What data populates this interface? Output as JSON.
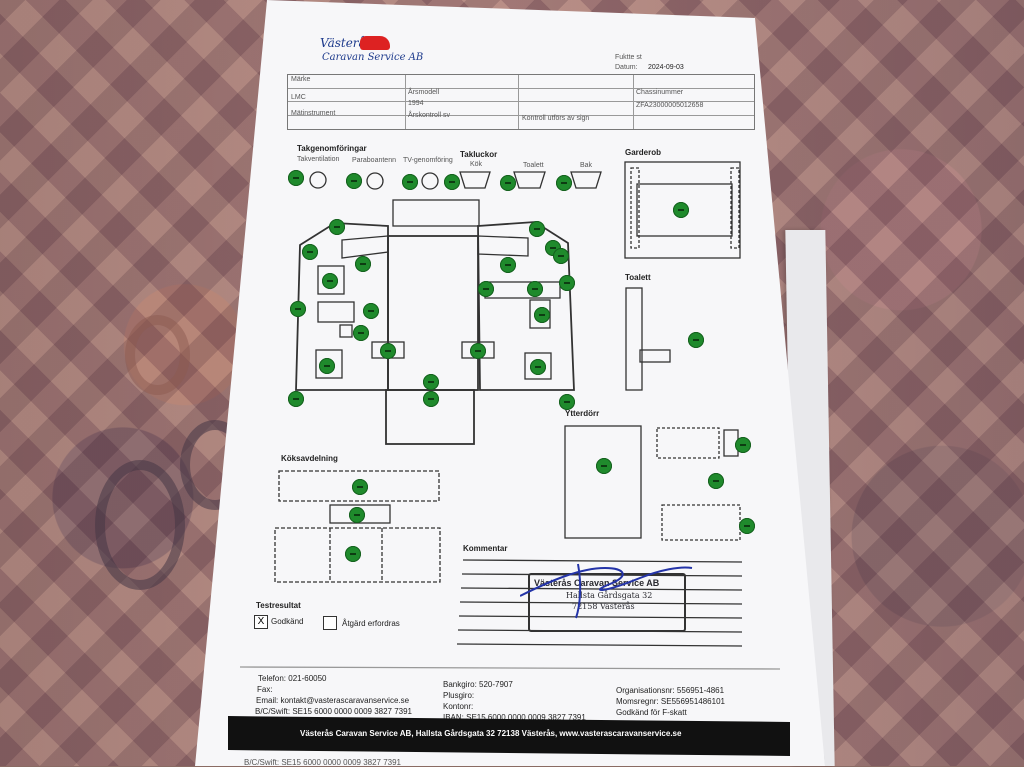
{
  "header": {
    "logo_line1": "Västerås",
    "logo_line2": "Caravan Service AB",
    "doc_label": "Fuktte st",
    "date_label": "Datum:",
    "date_value": "2024-09-03"
  },
  "info_table": {
    "r1c1": "Märke",
    "r1c2": "Årsmodell",
    "r1c4": "Chassinummer",
    "r2c1": "LMC",
    "r2c2": "1994",
    "r2c4": "ZFA23000005012658",
    "r3c1": "Mätinstrument",
    "r3c2": "Årskontroll sv",
    "r3c3": "Kontroll utförs av sign"
  },
  "sections": {
    "takgenomforingar": "Takgenomföringar",
    "taklucker": "Takluckor",
    "garderob": "Garderob",
    "toalett": "Toalett",
    "ytterdorr": "Ytterdörr",
    "koksavdelning": "Köksavdelning",
    "kommentar": "Kommentar",
    "testresultat": "Testresultat"
  },
  "sub_labels": {
    "tak1": "Takventilation",
    "tak2": "Paraboantenn",
    "tak3": "TV-genomföring",
    "luck1": "Kök",
    "luck2": "Toalett",
    "luck3": "Bak"
  },
  "test_result": {
    "godkand_mark": "X",
    "godkand": "Godkänd",
    "atgard": "Åtgärd erfordras"
  },
  "stamp": {
    "name": "Västerås Caravan Service AB",
    "street": "Hallsta Gårdsgata 32",
    "city": "72158 Västerås"
  },
  "footer": {
    "telefon": "Telefon: 021-60050",
    "fax": "Fax:",
    "email": "Email: kontakt@vasterascaravanservice.se",
    "bic": "B/C/Swift: SE15 6000 0000 0009 3827 7391",
    "bankgiro": "Bankgiro: 520-7907",
    "plusgiro": "Plusgiro:",
    "kontonr": "Kontonr:",
    "iban": "IBAN: SE15 6000 0000 0009 3827 7391",
    "orgnr": "Organisationsnr: 556951-4861",
    "moms": "Momsregnr: SE556951486101",
    "fskatt": "Godkänd för F-skatt",
    "bar": "Västerås Caravan Service AB, Hallsta Gårdsgata 32 72138 Västerås, www.vasterascaravanservice.se",
    "bottom_cut": "B/C/Swift: SE15 6000 0000 0009 3827 7391"
  },
  "colors": {
    "dot": "#1f8a2c",
    "logo_blue": "#1d3a8c",
    "logo_red": "#d22222"
  }
}
